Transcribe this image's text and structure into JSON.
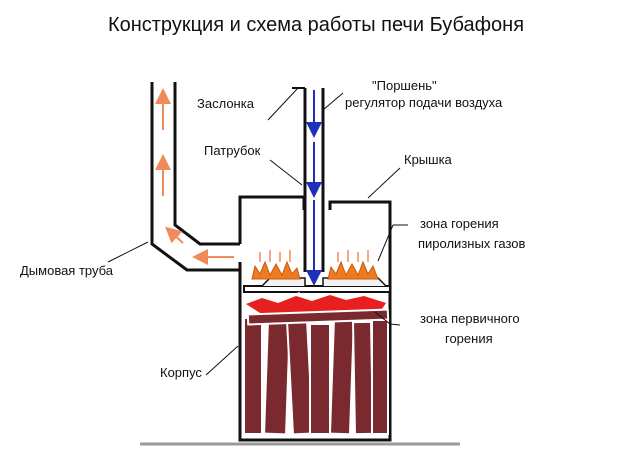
{
  "title": "Конструкция и схема работы печи Бубафоня",
  "labels": {
    "zaslonka": "Заслонка",
    "porshen_line1": "\"Поршень\"",
    "porshen_line2": "регулятор подачи воздуха",
    "patrubok": "Патрубок",
    "kryshka": "Крышка",
    "zone_gas_line1": "зона горения",
    "zone_gas_line2": "пиролизных газов",
    "chimney": "Дымовая труба",
    "zone_primary_line1": "зона первичного",
    "zone_primary_line2": "горения",
    "korpus": "Корпус"
  },
  "colors": {
    "air_arrow": "#1f2fb8",
    "smoke_arrow": "#f08a5a",
    "flame": "#f07a20",
    "wood": "#7a2a2e",
    "coals": "#e81f1f"
  }
}
